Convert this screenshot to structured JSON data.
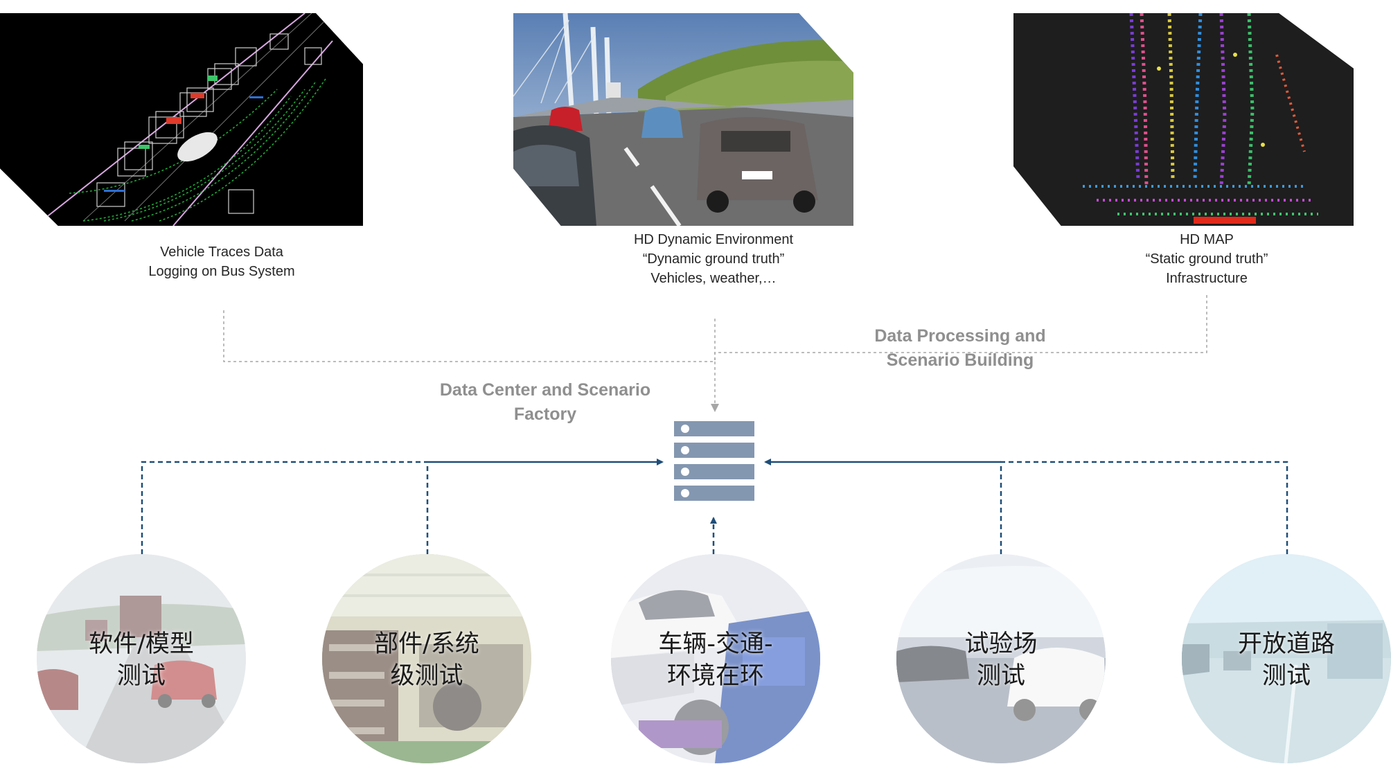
{
  "sources": [
    {
      "id": "vehicle-traces",
      "caption_lines": [
        "Vehicle Traces Data",
        "Logging on Bus System"
      ]
    },
    {
      "id": "hd-dynamic",
      "caption_lines": [
        "HD Dynamic Environment",
        "“Dynamic ground truth”",
        "Vehicles, weather,…"
      ]
    },
    {
      "id": "hd-map",
      "caption_lines": [
        "HD MAP",
        "“Static ground truth”",
        "Infrastructure"
      ]
    }
  ],
  "flow_labels": {
    "data_processing": [
      "Data Processing and",
      "Scenario Building"
    ],
    "data_center": [
      "Data Center and Scenario",
      "Factory"
    ]
  },
  "tests": [
    {
      "id": "software-model",
      "label_lines": [
        "软件/模型",
        "测试"
      ],
      "tint": "#cfd6da"
    },
    {
      "id": "component-system",
      "label_lines": [
        "部件/系统",
        "级测试"
      ],
      "tint": "#c9cdb6"
    },
    {
      "id": "vehicle-traffic",
      "label_lines": [
        "车辆-交通-",
        "环境在环"
      ],
      "tint": "#c4c9dd"
    },
    {
      "id": "proving-ground",
      "label_lines": [
        "试验场",
        "测试"
      ],
      "tint": "#ccd3df"
    },
    {
      "id": "open-road",
      "label_lines": [
        "开放道路",
        "测试"
      ],
      "tint": "#c4dde8"
    }
  ],
  "colors": {
    "connector_blue": "#1f4e79",
    "connector_gray": "#a6a6a6",
    "server": "#8497b0",
    "flow_label": "#8f8f8f"
  },
  "icons": {
    "server": "server-rack-icon"
  }
}
